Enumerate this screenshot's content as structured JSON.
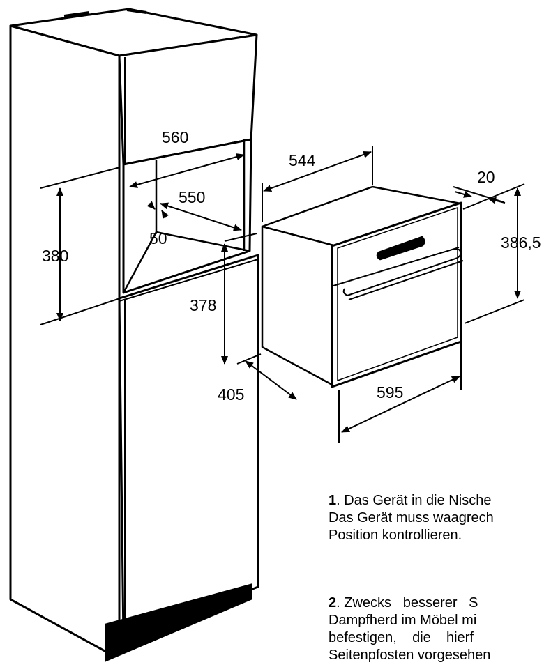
{
  "dimensions": {
    "niche_width_top": "560",
    "niche_depth": "550",
    "niche_offset": "50",
    "niche_height": "380",
    "niche_floor_height": "378",
    "cabinet_depth": "405",
    "appliance_depth": "544",
    "front_panel_thickness": "20",
    "appliance_height": "386,5",
    "appliance_width": "595"
  },
  "instructions": [
    {
      "number": "1",
      "lines": [
        ". Das Gerät in die Nische",
        "Das Gerät muss waagrech",
        "Position kontrollieren."
      ]
    },
    {
      "number": "2",
      "lines": [
        ". Zwecks   besserer   S",
        "Dampfherd im Möbel mi",
        "befestigen,    die    hierf",
        "Seitenpfosten vorgesehen"
      ]
    }
  ],
  "colors": {
    "ink": "#000000",
    "paper": "#ffffff"
  }
}
